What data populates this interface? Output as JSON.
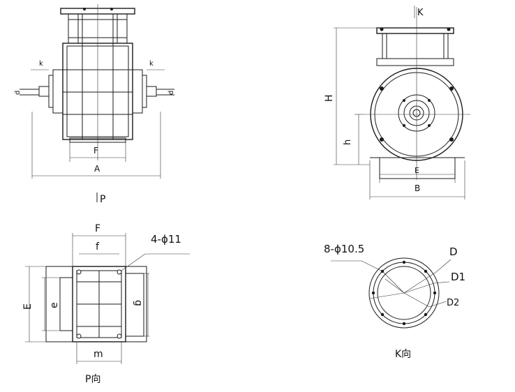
{
  "front_view": {
    "dim_k": "k",
    "dim_d": "d",
    "dim_F": "F",
    "dim_A": "A",
    "view_arrow_label": "P"
  },
  "side_view": {
    "dim_K": "K",
    "dim_H": "H",
    "dim_h": "h",
    "dim_E": "E",
    "dim_B": "B"
  },
  "p_view": {
    "dim_F": "F",
    "dim_f": "f",
    "dim_E": "E",
    "dim_e": "e",
    "dim_g": "g",
    "dim_m": "m",
    "hole_callout": "4-ϕ11",
    "caption": "P向"
  },
  "k_view": {
    "hole_callout": "8-ϕ10.5",
    "dim_D": "D",
    "dim_D1": "D1",
    "dim_D2": "D2",
    "caption": "K向"
  }
}
